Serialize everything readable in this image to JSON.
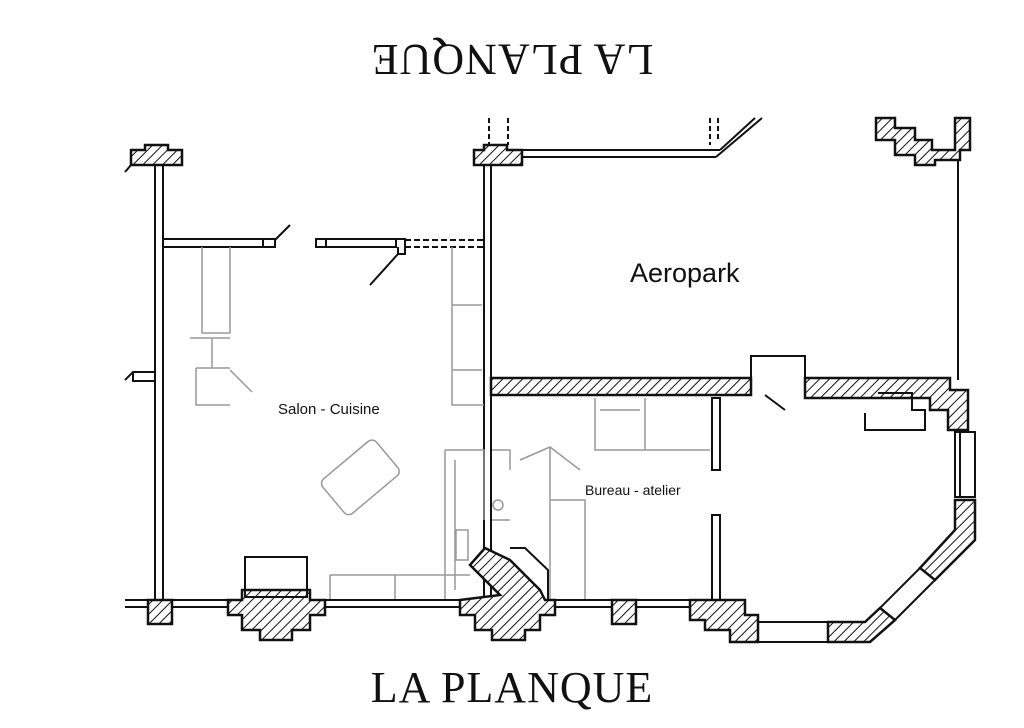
{
  "plan": {
    "title_top": "LA PLANQUE",
    "title_bottom": "LA PLANQUE",
    "rooms": {
      "aeropark": "Aeropark",
      "salon_cuisine": "Salon - Cuisine",
      "bureau_atelier": "Bureau - atelier"
    }
  }
}
